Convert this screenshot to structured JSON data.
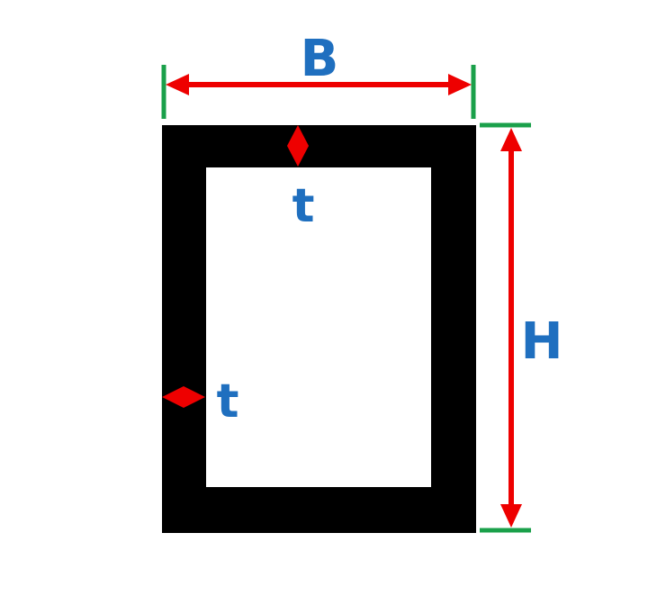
{
  "labels": {
    "width": "B",
    "height": "H",
    "thickness_top": "t",
    "thickness_side": "t"
  },
  "colors": {
    "section": "#000000",
    "hollow": "#ffffff",
    "dimension_arrow": "#ee0000",
    "extension_line": "#1aa04a",
    "label_text": "#1f6fbf"
  }
}
